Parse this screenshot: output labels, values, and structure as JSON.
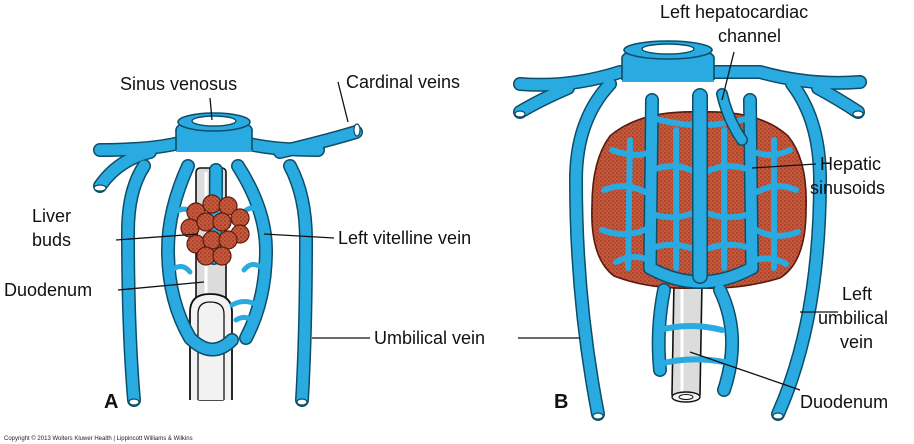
{
  "colors": {
    "vein": "#29abe2",
    "vein_outline": "#0b4e68",
    "liver": "#c8583c",
    "duodenum": "#dcdcdc",
    "label": "#111111"
  },
  "panel_a": {
    "letter": "A",
    "labels": {
      "sinus_venosus": "Sinus venosus",
      "cardinal_veins": "Cardinal veins",
      "liver_buds_line1": "Liver",
      "liver_buds_line2": "buds",
      "left_vitelline_vein": "Left vitelline vein",
      "duodenum": "Duodenum",
      "umbilical_vein": "Umbilical vein"
    }
  },
  "panel_b": {
    "letter": "B",
    "labels": {
      "left_hepatocardiac_line1": "Left hepatocardiac",
      "left_hepatocardiac_line2": "channel",
      "hepatic_sinusoids_line1": "Hepatic",
      "hepatic_sinusoids_line2": "sinusoids",
      "left_umbilical_line1": "Left",
      "left_umbilical_line2": "umbilical",
      "left_umbilical_line3": "vein",
      "duodenum": "Duodenum"
    }
  },
  "copyright": "Copyright © 2013 Wolters Kluwer Health | Lippincott Williams & Wilkins"
}
